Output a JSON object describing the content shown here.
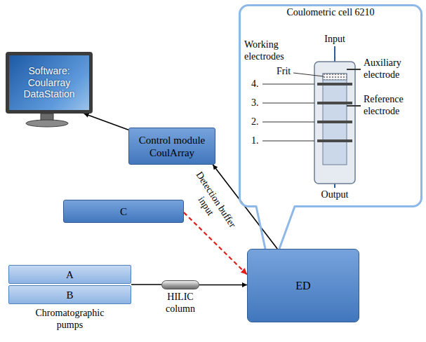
{
  "diagram": {
    "nodes": [
      {
        "text": [
          "Software: Coularray DataStation"
        ]
      },
      {
        "text": [
          "Coulometric cell 6210"
        ]
      },
      {
        "text": [
          "Control module CoulArray"
        ]
      },
      {
        "text": [
          "C"
        ]
      },
      {
        "text": [
          "Chromatographic pumps"
        ]
      },
      {
        "text": [
          "A"
        ],
        "in": 4
      },
      {
        "text": [
          "B"
        ],
        "in": 4
      },
      {
        "text": [
          "HILIC column"
        ]
      },
      {
        "text": [
          "ED"
        ]
      }
    ],
    "edges": [
      {
        "from": 4,
        "to": 7,
        "arrow": "none"
      },
      {
        "from": 7,
        "to": 8,
        "arrow": "to"
      },
      {
        "from": 8,
        "to": 2,
        "arrow": "to"
      },
      {
        "from": 2,
        "to": 0,
        "arrow": "to"
      },
      {
        "from": 3,
        "to": 8,
        "arrow": "to",
        "label": "Detection buffer input"
      }
    ],
    "labels": [
      "Input",
      "Working electrodes",
      "4.",
      "3.",
      "2.",
      "1.",
      "Frit",
      "Auxiliary electrode",
      "Reference electrode",
      "Output"
    ]
  }
}
